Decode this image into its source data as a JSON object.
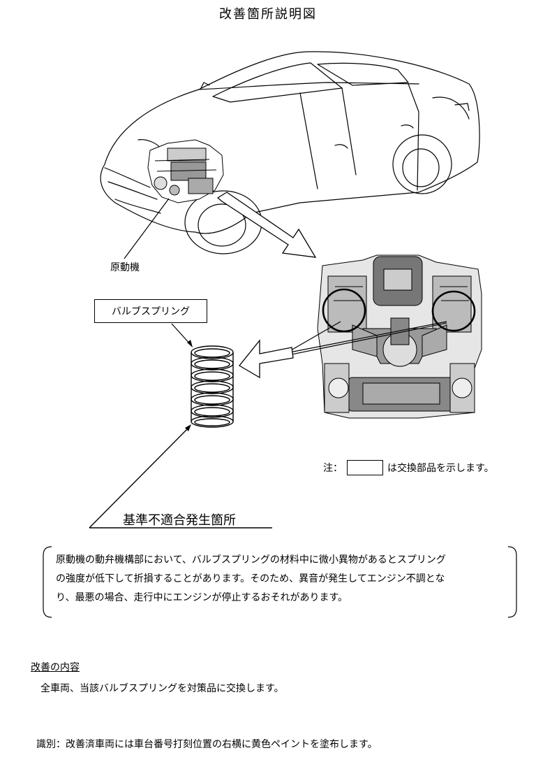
{
  "title": "改善箇所説明図",
  "labels": {
    "engine": "原動機",
    "valve_spring": "バルブスプリング",
    "defect_location": "基準不適合発生箇所"
  },
  "note": {
    "prefix": "注：",
    "suffix": "は交換部品を示します。"
  },
  "description_lines": [
    "原動機の動弁機構部において、バルブスプリングの材料中に微小異物があるとスプリング",
    "の強度が低下して折損することがあります。そのため、異音が発生してエンジン不調とな",
    "り、最悪の場合、走行中にエンジンが停止するおそれがあります。"
  ],
  "improvement": {
    "heading": "改善の内容",
    "body": "全車両、当該バルブスプリングを対策品に交換します。"
  },
  "identification": "識別：改善済車両には車台番号打刻位置の右横に黄色ペイントを塗布します。"
}
